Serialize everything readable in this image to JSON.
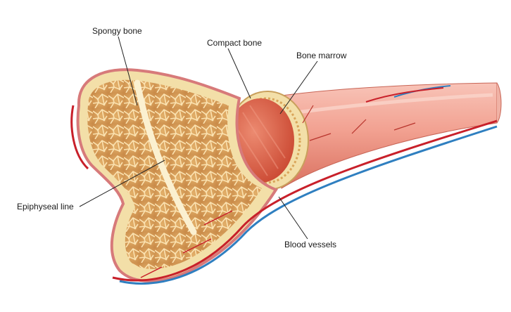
{
  "labels": {
    "spongy_bone": "Spongy bone",
    "compact_bone": "Compact bone",
    "bone_marrow": "Bone marrow",
    "epiphyseal_line": "Epiphyseal line",
    "blood_vessels": "Blood vessels"
  },
  "colors": {
    "shaft": "#f2a191",
    "shaft_light": "#f8c4b8",
    "shaft_dark": "#d9705f",
    "cortex": "#f3dfa8",
    "spongy_bg": "#d9a05c",
    "trabeculae": "#fbe2b0",
    "marrow": "#d8553f",
    "artery": "#c8202a",
    "vein": "#2f7fc0",
    "leader": "#222222"
  }
}
